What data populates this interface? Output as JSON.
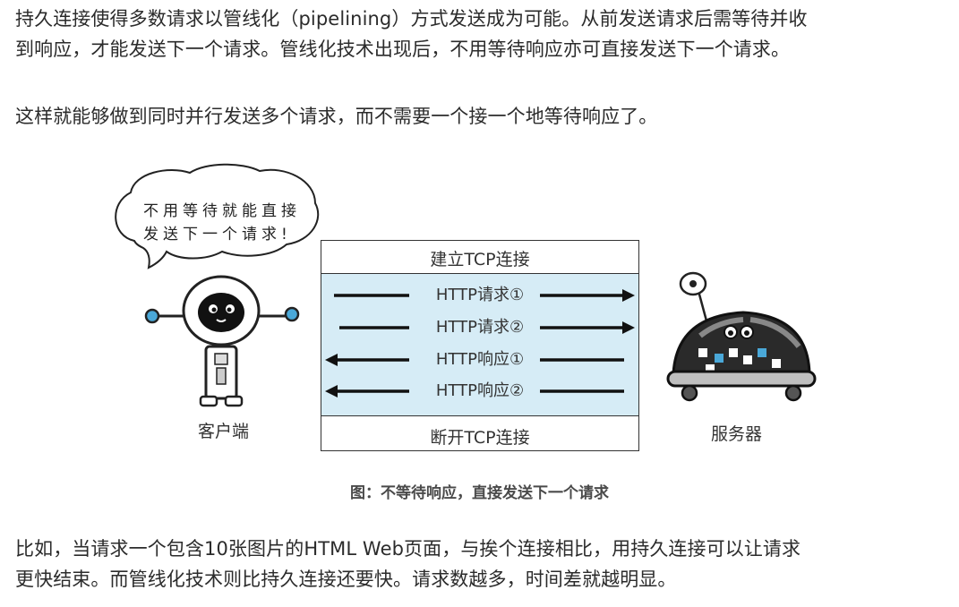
{
  "paragraphs": {
    "p1_line1": "持久连接使得多数请求以管线化（pipelining）方式发送成为可能。从前发送请求后需等待并收",
    "p1_line2": "到响应，才能发送下一个请求。管线化技术出现后，不用等待响应亦可直接发送下一个请求。",
    "p2_line1": "这样就能够做到同时并行发送多个请求，而不需要一个接一个地等待响应了。",
    "p3_line1": "比如，当请求一个包含10张图片的HTML Web页面，与挨个连接相比，用持久连接可以让请求",
    "p3_line2": "更快结束。而管线化技术则比持久连接还要快。请求数越多，时间差就越明显。"
  },
  "figure": {
    "bubble_line1": "不用等待就能直接",
    "bubble_line2": "发送下一个请求!",
    "client_label": "客户端",
    "server_label": "服务器",
    "connect_label": "建立TCP连接",
    "disconnect_label": "断开TCP连接",
    "messages": [
      {
        "label": "HTTP请求①",
        "direction": "right"
      },
      {
        "label": "HTTP请求②",
        "direction": "right"
      },
      {
        "label": "HTTP响应①",
        "direction": "left"
      },
      {
        "label": "HTTP响应②",
        "direction": "left"
      }
    ],
    "band_color": "#d6ecf6",
    "caption": "图：不等待响应，直接发送下一个请求"
  }
}
